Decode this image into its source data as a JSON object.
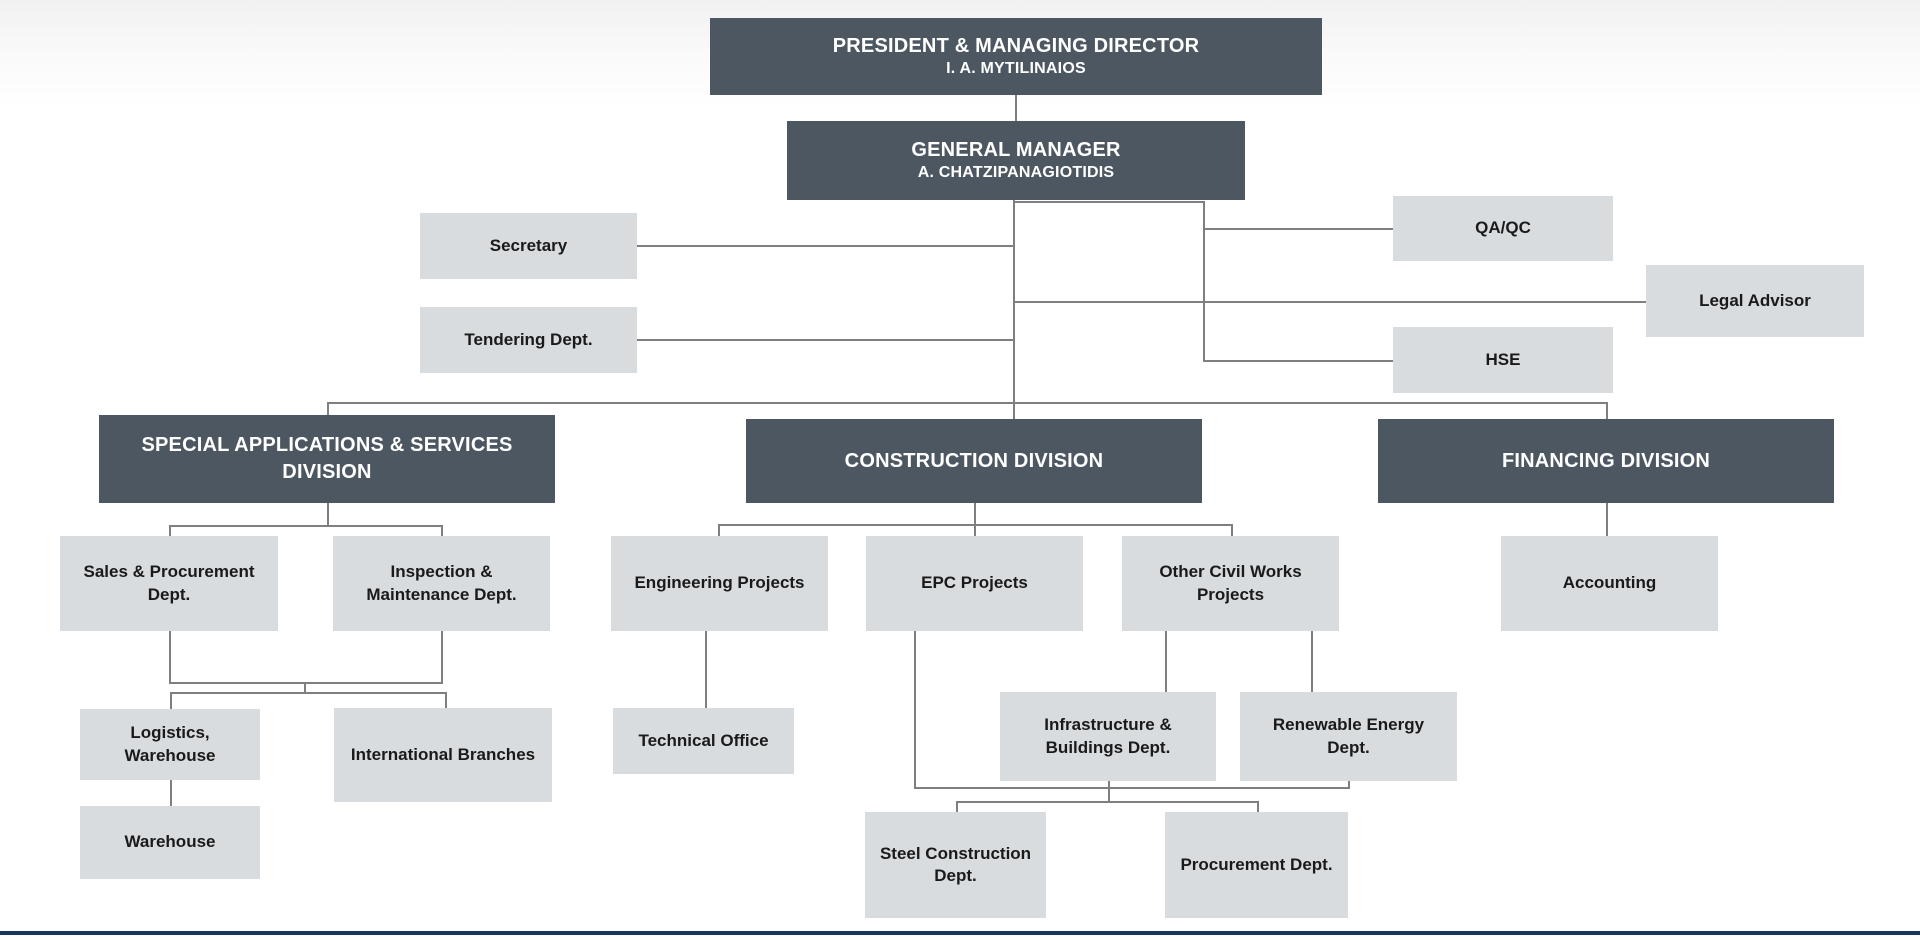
{
  "org": {
    "president": {
      "title": "PRESIDENT & MANAGING DIRECTOR",
      "name": "I. A. MYTILINAIOS"
    },
    "general_manager": {
      "title": "GENERAL MANAGER",
      "name": "A. CHATZIPANAGIOTIDIS"
    },
    "staff_units": {
      "secretary": "Secretary",
      "tendering": "Tendering Dept.",
      "qa_qc": "QA/QC",
      "legal_advisor": "Legal Advisor",
      "hse": "HSE"
    },
    "divisions": {
      "special_applications": "SPECIAL APPLICATIONS & SERVICES DIVISION",
      "construction": "CONSTRUCTION DIVISION",
      "financing": "FINANCING DIVISION"
    },
    "departments": {
      "sales_procurement": "Sales & Procurement Dept.",
      "inspection_maintenance": "Inspection & Maintenance Dept.",
      "logistics_warehouse": "Logistics, Warehouse",
      "international_branches": "International Branches",
      "warehouse": "Warehouse",
      "engineering_projects": "Engineering Projects",
      "epc_projects": "EPC Projects",
      "other_civil_works": "Other Civil Works Projects",
      "technical_office": "Technical Office",
      "infrastructure_buildings": "Infrastructure & Buildings Dept.",
      "renewable_energy": "Renewable Energy Dept.",
      "steel_construction": "Steel Construction Dept.",
      "procurement": "Procurement Dept.",
      "accounting": "Accounting"
    }
  },
  "colors": {
    "dark_box": "#4d5761",
    "light_box": "#d9dcde",
    "connector_line": "#7f7f7f",
    "footer_rule": "#17375e",
    "dark_box_text": "#ffffff",
    "light_box_text": "#1a1a1a"
  }
}
